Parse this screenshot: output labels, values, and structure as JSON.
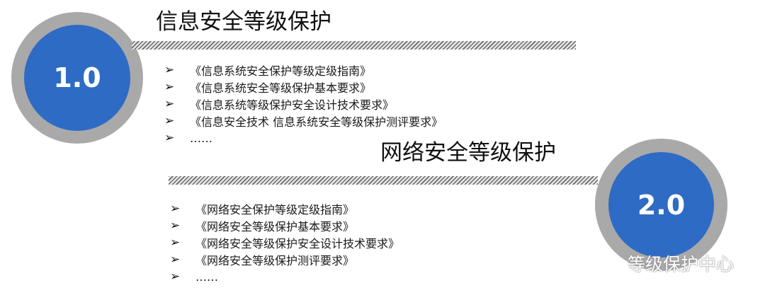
{
  "section1": {
    "version": "1.0",
    "title": "信息安全等级保护",
    "bullet": "➢",
    "items": [
      "《信息系统安全保护等级定级指南》",
      "《信息系统安全等级保护基本要求》",
      "《信息系统等级保护安全设计技术要求》",
      "《信息安全技术 信息系统安全等级保护测评要求》",
      "……"
    ]
  },
  "section2": {
    "version": "2.0",
    "title": "网络安全等级保护",
    "bullet": "➢",
    "items": [
      "《网络安全保护等级定级指南》",
      "《网络安全等级保护基本要求》",
      "《网络安全等级保护安全设计技术要求》",
      "《网络安全等级保护测评要求》",
      "……"
    ]
  },
  "watermark": {
    "icon": "wechat-icon",
    "text": "等级保护中心"
  },
  "colors": {
    "circle_core": "#2e6bc4",
    "circle_ring": "#a9a9a9",
    "hatch_dark": "#6a6a6a"
  }
}
